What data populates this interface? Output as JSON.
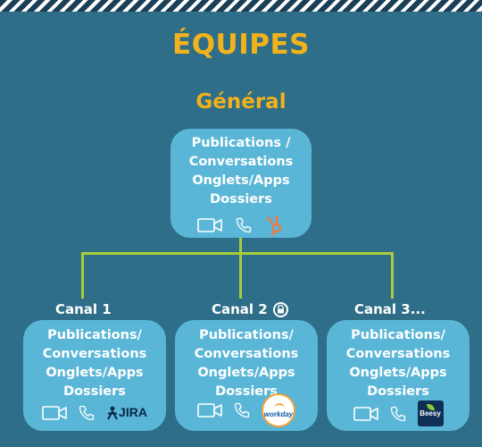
{
  "header": {
    "title": "ÉQUIPES",
    "subtitle": "Général"
  },
  "general_card": {
    "lines": [
      "Publications /",
      "Conversations",
      "Onglets/Apps",
      "Dossiers"
    ],
    "icons": [
      "video-camera-icon",
      "phone-icon",
      "hubspot-icon"
    ]
  },
  "channels": [
    {
      "label": "Canal 1",
      "locked": false,
      "lines": [
        "Publications/",
        "Conversations",
        "Onglets/Apps",
        "Dossiers"
      ],
      "icons": [
        "video-camera-icon",
        "phone-icon",
        "jira-logo"
      ],
      "app_text": "JIRA"
    },
    {
      "label": "Canal 2",
      "locked": true,
      "lines": [
        "Publications/",
        "Conversations",
        "Onglets/Apps",
        "Dossiers"
      ],
      "icons": [
        "video-camera-icon",
        "phone-icon",
        "workday-logo"
      ],
      "app_text": "workday"
    },
    {
      "label": "Canal 3...",
      "locked": false,
      "lines": [
        "Publications/",
        "Conversations",
        "Onglets/Apps",
        "Dossiers"
      ],
      "icons": [
        "video-camera-icon",
        "phone-icon",
        "beesy-logo"
      ],
      "app_text": "Beesy"
    }
  ],
  "colors": {
    "background": "#2e6e88",
    "card": "#5ab6d6",
    "title": "#f2b21b",
    "connector": "#a8cd3a",
    "hubspot": "#f37a3d"
  }
}
